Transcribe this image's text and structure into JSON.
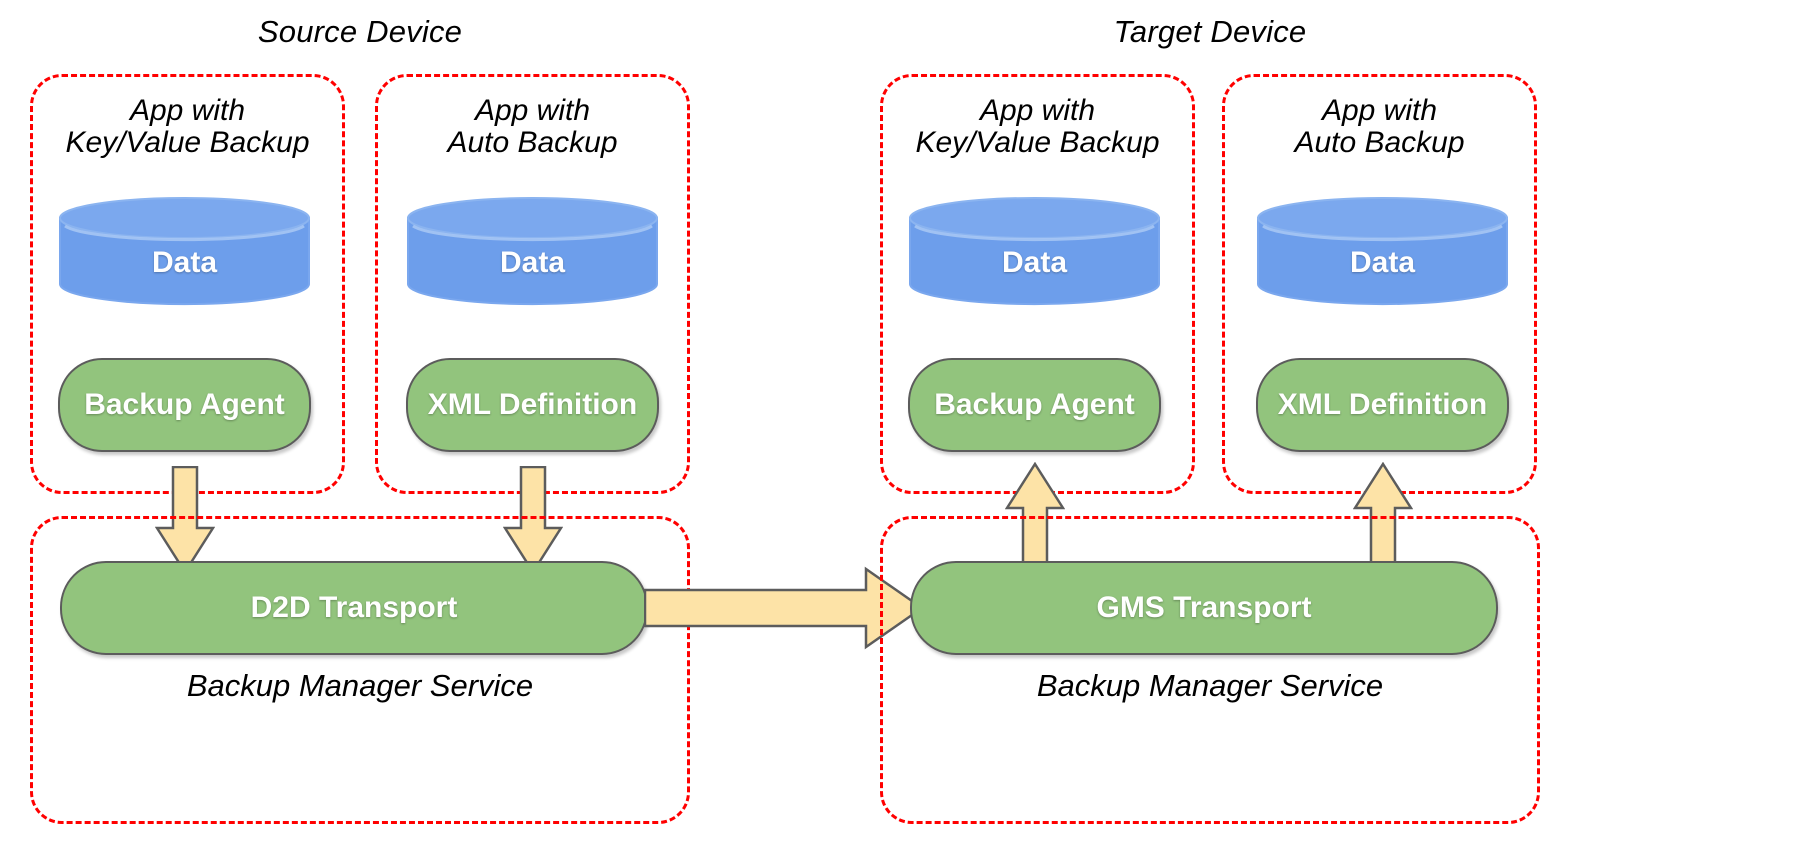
{
  "diagram": {
    "title_source": "Source Device",
    "title_target": "Target Device",
    "colors": {
      "dashed_border": "#ff0000",
      "cylinder_fill": "#6d9eeb",
      "pill_fill": "#92c47d",
      "pill_stroke": "#5c5c5c",
      "arrow_fill": "#fde3a7",
      "arrow_stroke": "#5c5c5c",
      "text": "#000000",
      "label_text": "#ffffff"
    },
    "devices": [
      {
        "name": "Source Device",
        "apps": [
          {
            "title": "App with\nKey/Value Backup",
            "data_label": "Data",
            "component_label": "Backup Agent"
          },
          {
            "title": "App with\nAuto Backup",
            "data_label": "Data",
            "component_label": "XML Definition"
          }
        ],
        "service": {
          "transport_label": "D2D Transport",
          "service_label": "Backup Manager Service"
        },
        "flow_direction": "down"
      },
      {
        "name": "Target Device",
        "apps": [
          {
            "title": "App with\nKey/Value Backup",
            "data_label": "Data",
            "component_label": "Backup Agent"
          },
          {
            "title": "App with\nAuto Backup",
            "data_label": "Data",
            "component_label": "XML Definition"
          }
        ],
        "service": {
          "transport_label": "GMS Transport",
          "service_label": "Backup Manager Service"
        },
        "flow_direction": "up"
      }
    ],
    "cross_device_arrow": {
      "from": "D2D Transport",
      "to": "GMS Transport",
      "direction": "right"
    }
  }
}
